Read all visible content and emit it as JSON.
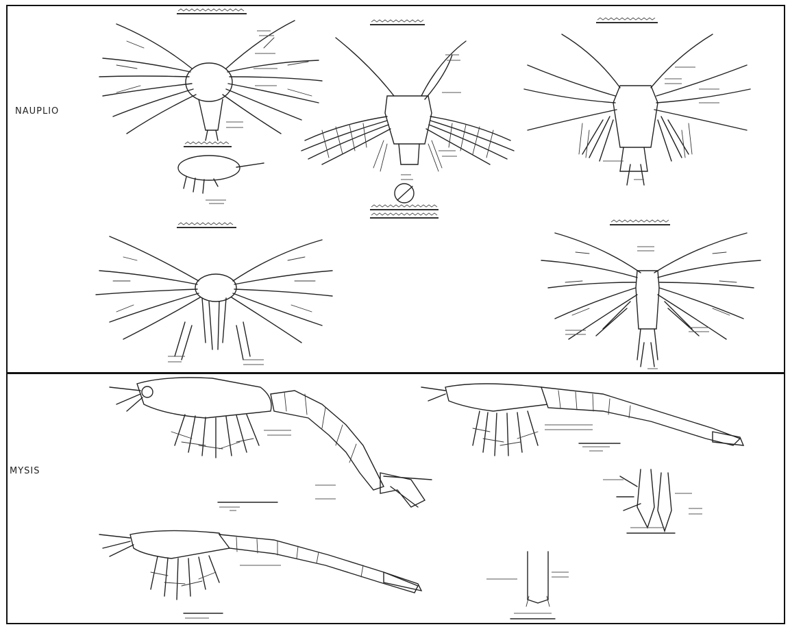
{
  "stages": [
    {
      "id": "nauplio",
      "label": "NAUPLIO"
    },
    {
      "id": "mysis",
      "label": "MYSIS"
    }
  ],
  "colors": {
    "ink": "#222222",
    "background": "#ffffff",
    "frame": "#111111"
  }
}
